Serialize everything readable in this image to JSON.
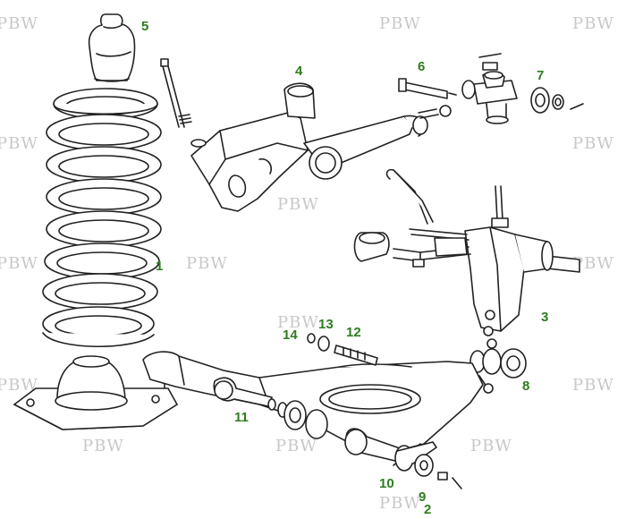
{
  "colors": {
    "line": "#222222",
    "callout": "#2e7d1f",
    "watermark": "#c8c8c8",
    "background": "#ffffff"
  },
  "watermark_text": "PBW",
  "callouts": [
    "1",
    "2",
    "3",
    "4",
    "5",
    "6",
    "7",
    "8",
    "9",
    "10",
    "11",
    "12",
    "13",
    "14"
  ]
}
